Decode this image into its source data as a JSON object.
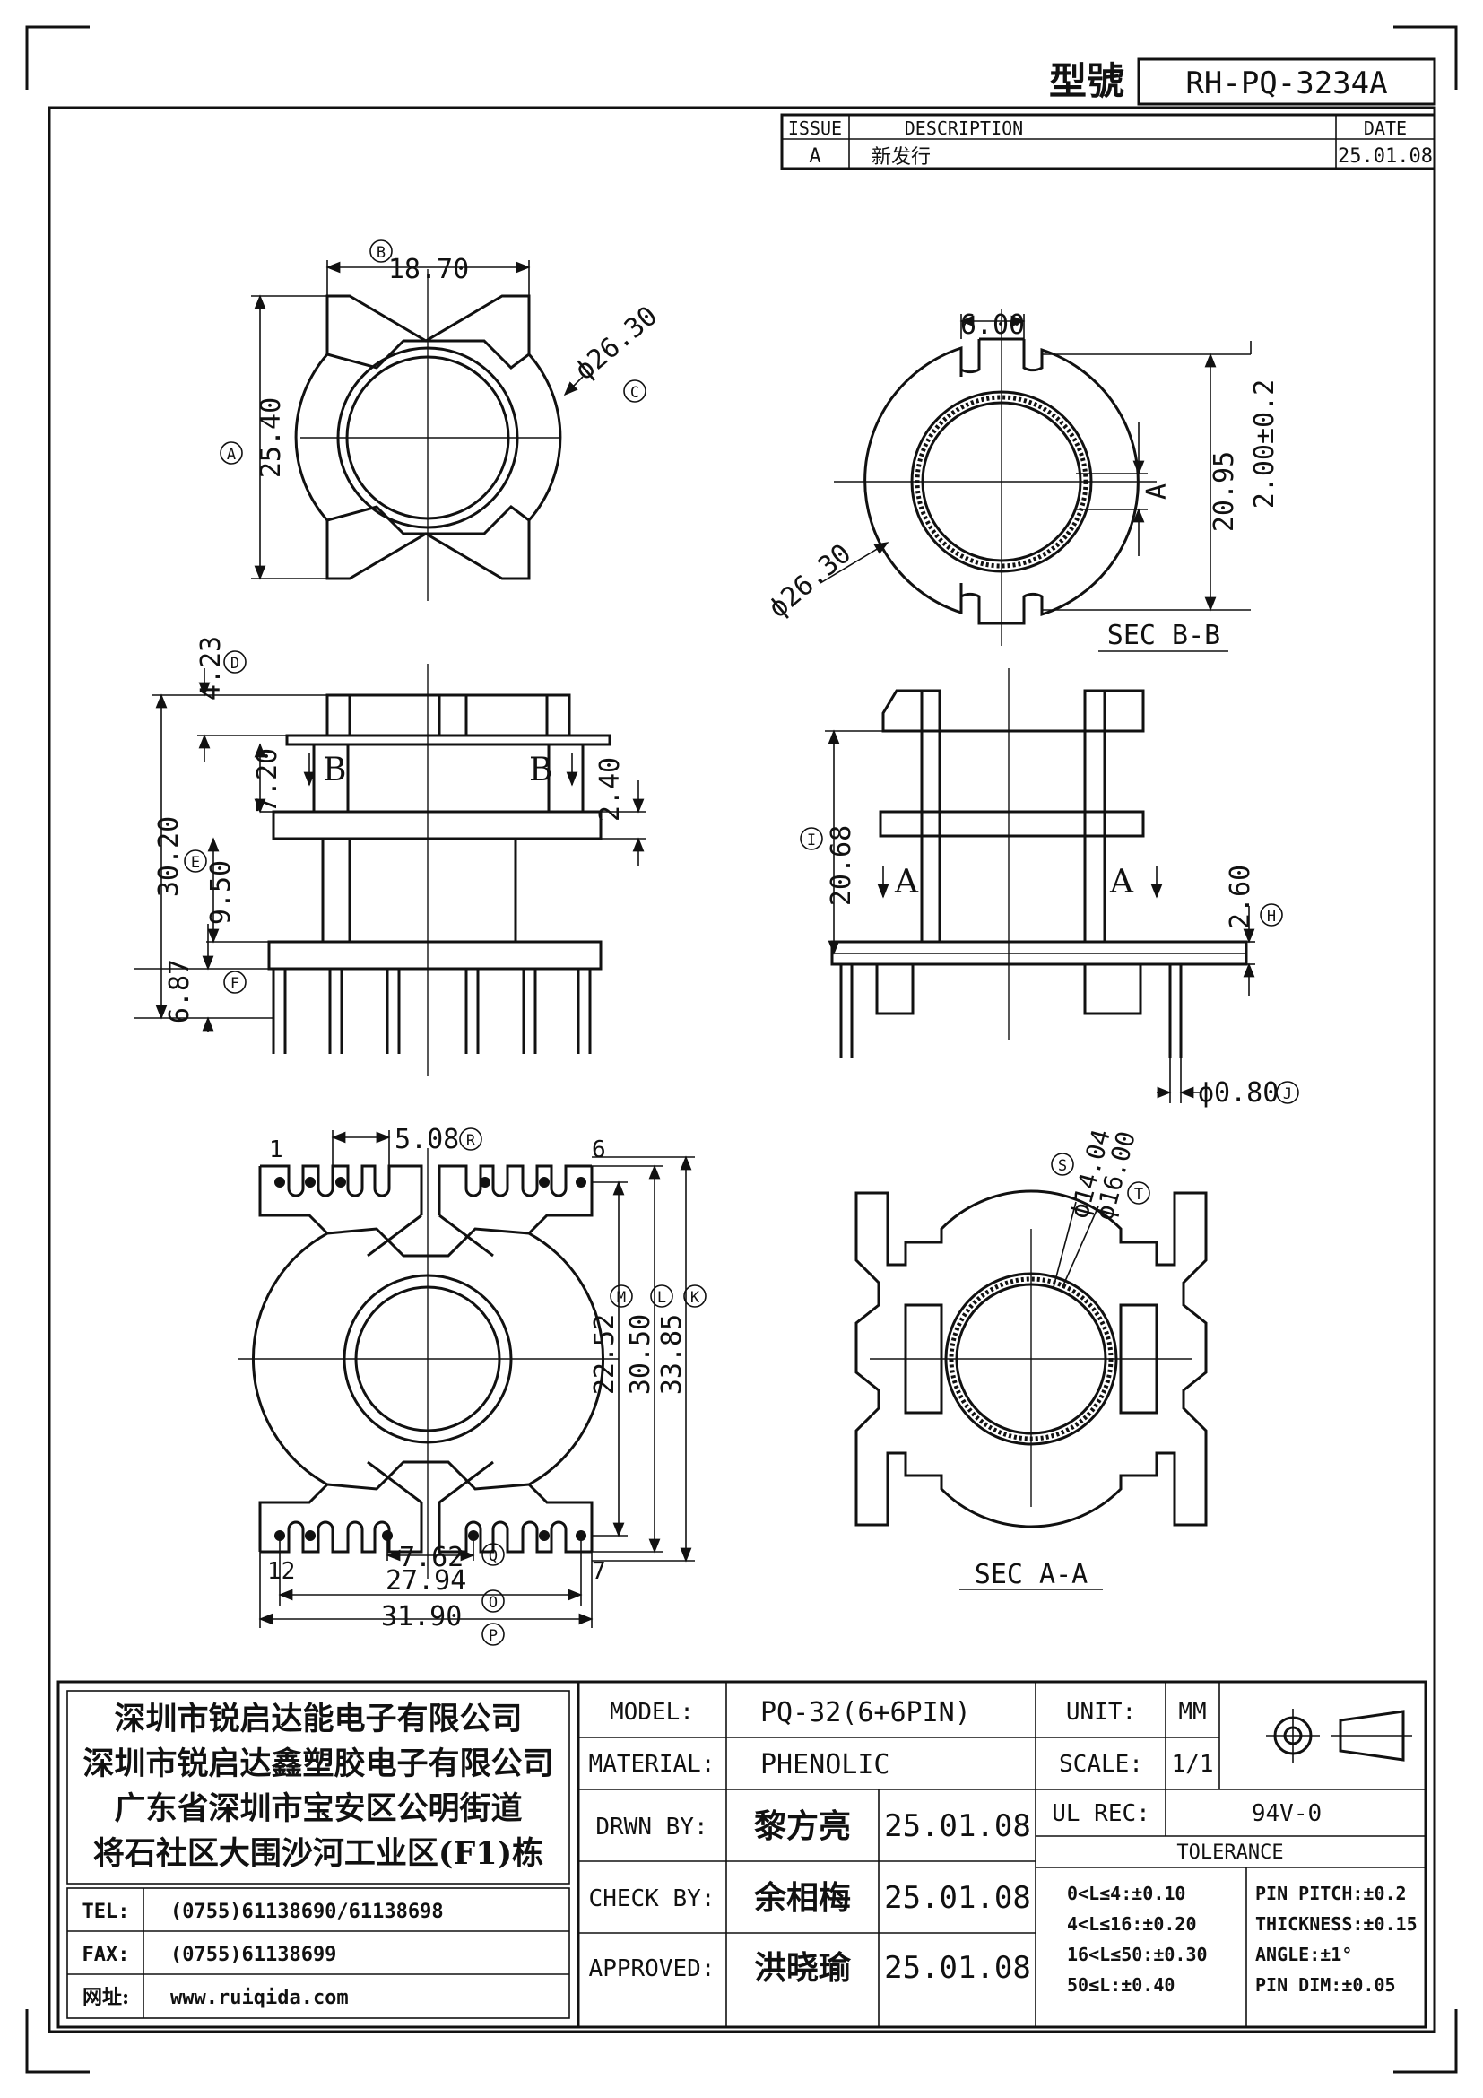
{
  "model_no": {
    "label": "型號",
    "value": "RH-PQ-3234A"
  },
  "revision": {
    "headers": {
      "issue": "ISSUE",
      "description": "DESCRIPTION",
      "date": "DATE"
    },
    "row": {
      "issue": "A",
      "description": "新发行",
      "date": "25.01.08"
    }
  },
  "top_view": {
    "width": "18.70",
    "width_tag": "B",
    "height": "25.40",
    "height_tag": "A",
    "diameter": "ϕ26.30",
    "diameter_tag": "C"
  },
  "sec_bb": {
    "title": "SEC B-B",
    "slot": "6.00",
    "diameter": "ϕ26.30",
    "height": "20.95",
    "wall": "2.00±0.2",
    "arrow": "A"
  },
  "front_view": {
    "top": "4.23",
    "top_tag": "D",
    "upper": "7.20",
    "flange": "2.40",
    "total": "30.20",
    "total_tag": "E",
    "winding": "9.50",
    "pin": "6.87",
    "pin_tag": "F",
    "cut_left": "B",
    "cut_right": "B"
  },
  "side_view": {
    "height": "20.68",
    "height_tag": "I",
    "base": "2.60",
    "base_tag": "H",
    "pin_dia": "ϕ0.80",
    "pin_dia_tag": "J",
    "cut_left": "A",
    "cut_right": "A"
  },
  "bottom_view": {
    "pin_1": "1",
    "pin_6": "6",
    "pin_12": "12",
    "pin_7": "7",
    "pitch": "5.08",
    "pitch_tag": "R",
    "inner": "22.52",
    "inner_tag": "M",
    "mid": "30.50",
    "mid_tag": "L",
    "outer": "33.85",
    "outer_tag": "K",
    "row_gap": "7.62",
    "row_gap_tag": "Q",
    "pin_span": "27.94",
    "pin_span_tag": "O",
    "width": "31.90",
    "width_tag": "P"
  },
  "sec_aa": {
    "title": "SEC A-A",
    "inner": "ϕ14.04",
    "inner_tag": "S",
    "outer": "ϕ16.00",
    "outer_tag": "T"
  },
  "company": {
    "lines": [
      "深圳市锐启达能电子有限公司",
      "深圳市锐启达鑫塑胶电子有限公司",
      "广东省深圳市宝安区公明街道",
      "将石社区大围沙河工业区(F1)栋"
    ],
    "tel_label": "TEL:",
    "tel": "(0755)61138690/61138698",
    "fax_label": "FAX:",
    "fax": "(0755)61138699",
    "web_label": "网址:",
    "web": "www.ruiqida.com"
  },
  "spec": {
    "model_label": "MODEL:",
    "model": "PQ-32(6+6PIN)",
    "material_label": "MATERIAL:",
    "material": "PHENOLIC",
    "drawn_label": "DRWN BY:",
    "drawn_by": "黎方亮",
    "drawn_date": "25.01.08",
    "check_label": "CHECK BY:",
    "check_by": "余相梅",
    "check_date": "25.01.08",
    "approved_label": "APPROVED:",
    "approved_by": "洪晓瑜",
    "approved_date": "25.01.08",
    "unit_label": "UNIT:",
    "unit": "MM",
    "scale_label": "SCALE:",
    "scale": "1/1",
    "ul_label": "UL REC:",
    "ul": "94V-0",
    "tolerance_label": "TOLERANCE",
    "tol": [
      "0<L≤4:±0.10",
      "4<L≤16:±0.20",
      "16<L≤50:±0.30",
      "50≤L:±0.40"
    ],
    "tol_right": [
      "PIN PITCH:±0.2",
      "THICKNESS:±0.15",
      "ANGLE:±1°",
      "PIN DIM:±0.05"
    ]
  }
}
